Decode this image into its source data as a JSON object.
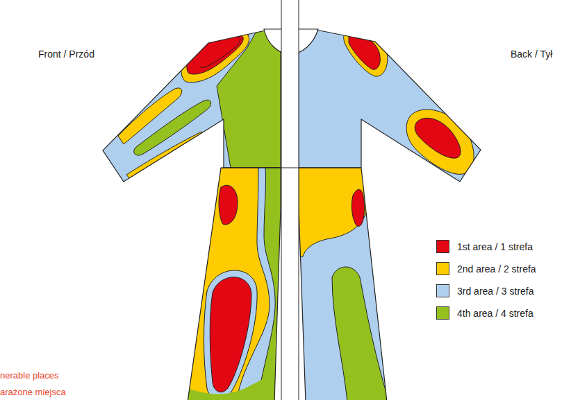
{
  "diagram": {
    "labels": [
      "Front / Przód",
      "Back / Tył",
      "nerable places",
      "arażone miejsca"
    ],
    "legend": [
      {
        "text": "1st area / 1 strefa",
        "color": "#e30613"
      },
      {
        "text": "2nd area / 2 strefa",
        "color": "#fecc00"
      },
      {
        "text": "3rd area / 3 strefa",
        "color": "#afcfee"
      },
      {
        "text": "4th area / 4 strefa",
        "color": "#95c11f"
      }
    ]
  }
}
